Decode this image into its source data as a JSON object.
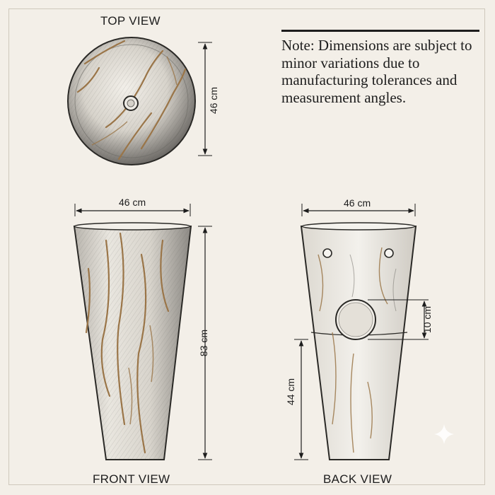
{
  "views": {
    "top": {
      "title": "TOP VIEW",
      "diameter_label": "46 cm"
    },
    "front": {
      "title": "FRONT VIEW",
      "width_label": "46 cm",
      "height_label": "83 cm"
    },
    "back": {
      "title": "BACK VIEW",
      "width_label": "46 cm",
      "opening_label": "10 cm",
      "opening_height_label": "44 cm"
    }
  },
  "note": "Note: Dimensions are subject to minor variations due to manufacturing tolerances and measurement angles.",
  "colors": {
    "paper": "#f3efe8",
    "ink": "#1d1d1d",
    "marble_light": "#e6e2da",
    "marble_dark": "#8d8a84",
    "vein_gold": "#9a7548"
  }
}
